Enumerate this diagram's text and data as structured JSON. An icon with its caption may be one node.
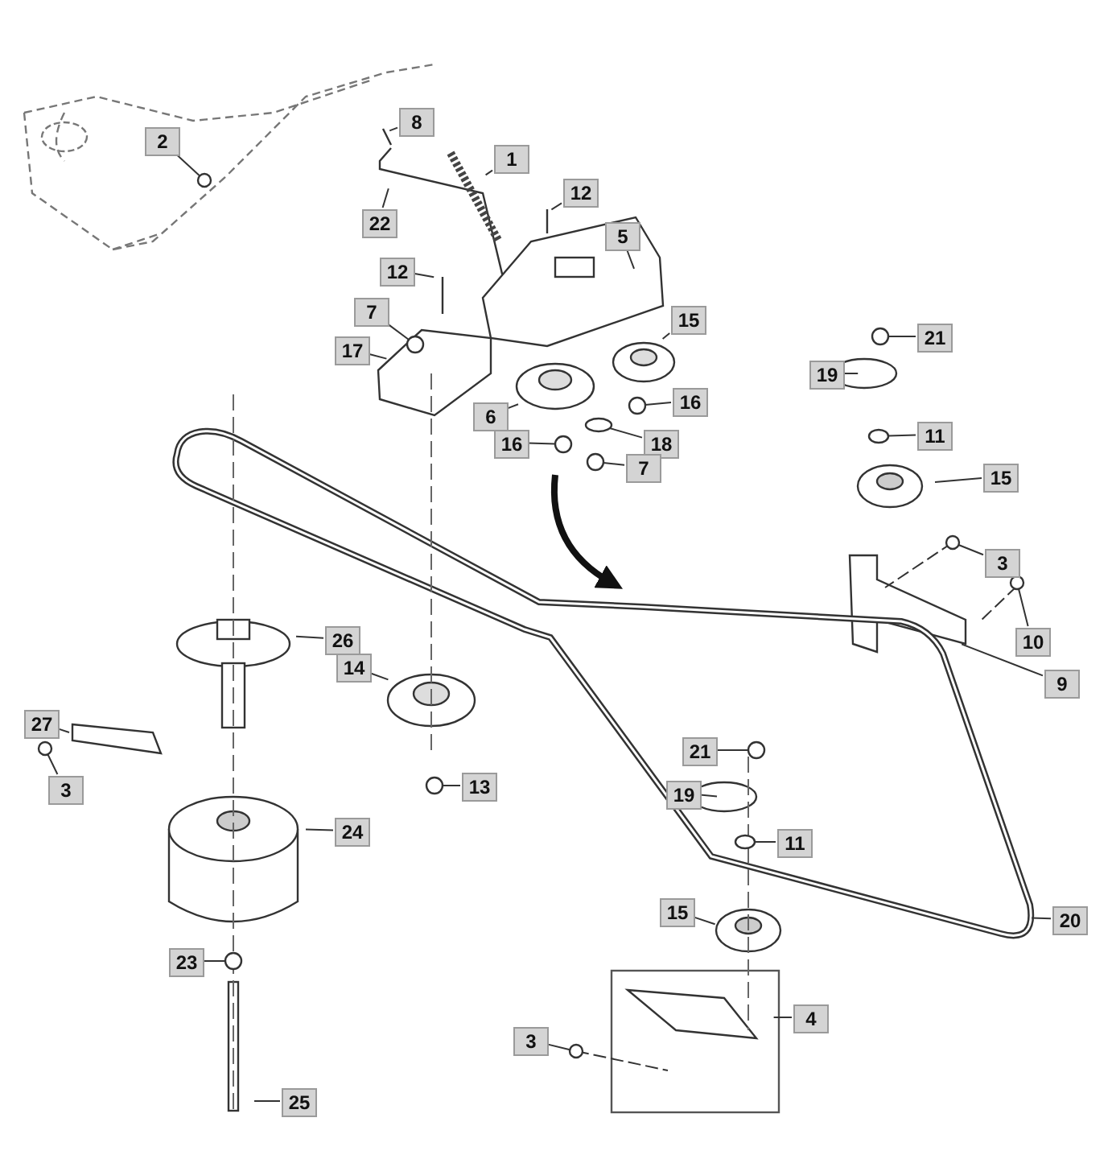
{
  "diagram": {
    "nodes": [
      {
        "text": [
          "8"
        ]
      },
      {
        "text": [
          "1"
        ]
      },
      {
        "text": [
          "2"
        ]
      },
      {
        "text": [
          "12"
        ]
      },
      {
        "text": [
          "22"
        ]
      },
      {
        "text": [
          "5"
        ]
      },
      {
        "text": [
          "12"
        ]
      },
      {
        "text": [
          "7"
        ]
      },
      {
        "text": [
          "15"
        ]
      },
      {
        "text": [
          "17"
        ]
      },
      {
        "text": [
          "21"
        ]
      },
      {
        "text": [
          "19"
        ]
      },
      {
        "text": [
          "16"
        ]
      },
      {
        "text": [
          "6"
        ]
      },
      {
        "text": [
          "18"
        ]
      },
      {
        "text": [
          "16"
        ]
      },
      {
        "text": [
          "11"
        ]
      },
      {
        "text": [
          "7"
        ]
      },
      {
        "text": [
          "15"
        ]
      },
      {
        "text": [
          "3"
        ]
      },
      {
        "text": [
          "10"
        ]
      },
      {
        "text": [
          "26"
        ]
      },
      {
        "text": [
          "14"
        ]
      },
      {
        "text": [
          "9"
        ]
      },
      {
        "text": [
          "27"
        ]
      },
      {
        "text": [
          "13"
        ]
      },
      {
        "text": [
          "3"
        ]
      },
      {
        "text": [
          "21"
        ]
      },
      {
        "text": [
          "19"
        ]
      },
      {
        "text": [
          "11"
        ]
      },
      {
        "text": [
          "24"
        ]
      },
      {
        "text": [
          "15"
        ]
      },
      {
        "text": [
          "20"
        ]
      },
      {
        "text": [
          "23"
        ]
      },
      {
        "text": [
          "4"
        ]
      },
      {
        "text": [
          "3"
        ]
      },
      {
        "text": [
          "25"
        ]
      },
      {
        "text": [],
        "shape": "circle"
      },
      {
        "text": [],
        "shape": "circle"
      },
      {
        "text": [],
        "shape": "circle"
      },
      {
        "text": [],
        "shape": "circle"
      },
      {
        "text": [],
        "shape": "circle"
      },
      {
        "text": [],
        "shape": "circle"
      },
      {
        "text": [],
        "shape": "circle"
      },
      {
        "text": [],
        "shape": "circle"
      },
      {
        "text": [],
        "shape": "circle"
      },
      {
        "text": [],
        "shape": "circle"
      },
      {
        "text": [],
        "shape": "circle"
      },
      {
        "text": [],
        "shape": "circle"
      },
      {
        "text": [],
        "shape": "circle"
      },
      {
        "text": [],
        "shape": "circle"
      },
      {
        "text": [],
        "shape": "circle"
      },
      {
        "text": [],
        "shape": "circle"
      }
    ],
    "edges": [
      {
        "from": 0,
        "to": null,
        "arrow": "none"
      },
      {
        "from": 1,
        "to": null,
        "arrow": "none"
      },
      {
        "from": 2,
        "to": 37,
        "arrow": "none"
      },
      {
        "from": 3,
        "to": null,
        "arrow": "none"
      },
      {
        "from": 4,
        "to": null,
        "arrow": "none"
      },
      {
        "from": 5,
        "to": null,
        "arrow": "none"
      },
      {
        "from": 6,
        "to": null,
        "arrow": "none"
      },
      {
        "from": 7,
        "to": 38,
        "arrow": "none"
      },
      {
        "from": 8,
        "to": null,
        "arrow": "none"
      },
      {
        "from": 9,
        "to": null,
        "arrow": "none"
      },
      {
        "from": 10,
        "to": 39,
        "arrow": "none"
      },
      {
        "from": 11,
        "to": null,
        "arrow": "none"
      },
      {
        "from": 12,
        "to": 40,
        "arrow": "none"
      },
      {
        "from": 13,
        "to": null,
        "arrow": "none"
      },
      {
        "from": 14,
        "to": 41,
        "arrow": "none"
      },
      {
        "from": 15,
        "to": 42,
        "arrow": "none"
      },
      {
        "from": 16,
        "to": 43,
        "arrow": "none"
      },
      {
        "from": 17,
        "to": 44,
        "arrow": "none"
      },
      {
        "from": 18,
        "to": null,
        "arrow": "none"
      },
      {
        "from": 19,
        "to": 45,
        "arrow": "none"
      },
      {
        "from": 20,
        "to": 46,
        "arrow": "none"
      },
      {
        "from": 21,
        "to": null,
        "arrow": "none"
      },
      {
        "from": 22,
        "to": null,
        "arrow": "none"
      },
      {
        "from": 23,
        "to": null,
        "arrow": "none"
      },
      {
        "from": 24,
        "to": null,
        "arrow": "none"
      },
      {
        "from": 25,
        "to": 47,
        "arrow": "none"
      },
      {
        "from": 26,
        "to": 48,
        "arrow": "none"
      },
      {
        "from": 27,
        "to": 49,
        "arrow": "none"
      },
      {
        "from": 28,
        "to": null,
        "arrow": "none"
      },
      {
        "from": 29,
        "to": 50,
        "arrow": "none"
      },
      {
        "from": 30,
        "to": null,
        "arrow": "none"
      },
      {
        "from": 31,
        "to": null,
        "arrow": "none"
      },
      {
        "from": 32,
        "to": null,
        "arrow": "none"
      },
      {
        "from": 33,
        "to": 51,
        "arrow": "none"
      },
      {
        "from": 34,
        "to": null,
        "arrow": "none"
      },
      {
        "from": 35,
        "to": 52,
        "arrow": "none"
      },
      {
        "from": 36,
        "to": null,
        "arrow": "none"
      }
    ]
  }
}
